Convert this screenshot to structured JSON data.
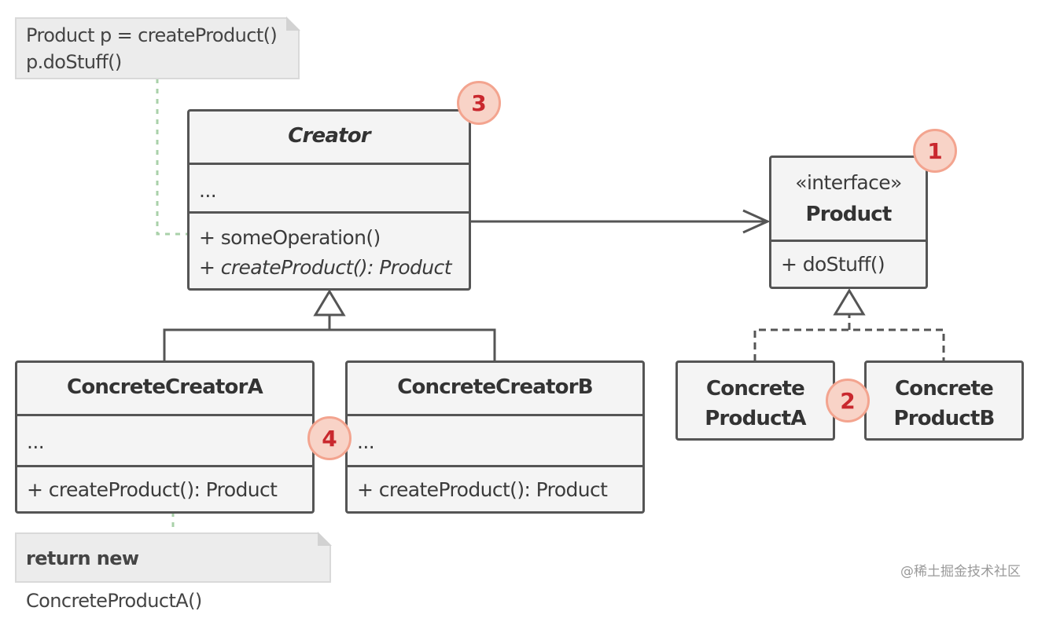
{
  "notes": {
    "client": {
      "line1": "Product p = createProduct()",
      "line2": "p.doStuff()"
    },
    "factory": {
      "keyword": "return new",
      "text": "ConcreteProductA()"
    }
  },
  "creator": {
    "name": "Creator",
    "fields": "...",
    "methods": [
      "+ someOperation()",
      "+ createProduct(): Product"
    ]
  },
  "product": {
    "stereotype": "«interface»",
    "name": "Product",
    "methods": [
      "+ doStuff()"
    ]
  },
  "concrete_creators": [
    {
      "name": "ConcreteCreatorA",
      "fields": "...",
      "methods": [
        "+ createProduct(): Product"
      ]
    },
    {
      "name": "ConcreteCreatorB",
      "fields": "...",
      "methods": [
        "+ createProduct(): Product"
      ]
    }
  ],
  "concrete_products": [
    {
      "line1": "Concrete",
      "line2": "ProductA"
    },
    {
      "line1": "Concrete",
      "line2": "ProductB"
    }
  ],
  "badges": [
    "1",
    "2",
    "3",
    "4"
  ],
  "watermark": "@稀土掘金技术社区",
  "colors": {
    "box_border": "#555555",
    "box_fill": "#f4f4f4",
    "note_fill": "#ececec",
    "dotted_connector": "#a9d1a9",
    "badge_fill": "#f8d3c7",
    "badge_text": "#c9282e"
  }
}
